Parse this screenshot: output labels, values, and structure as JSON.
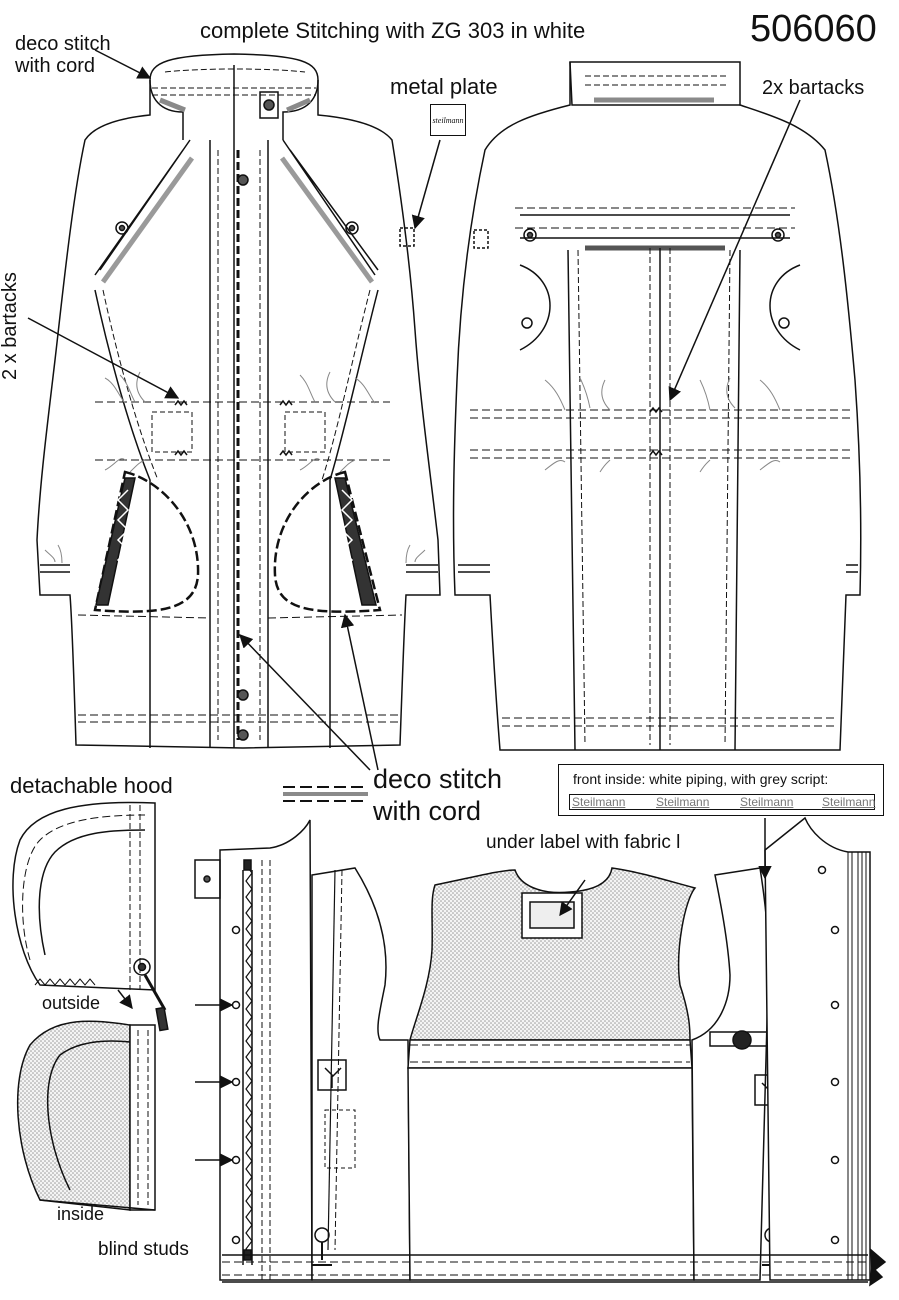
{
  "header": {
    "title": "complete Stitching with ZG 303 in white",
    "style_number": "506060"
  },
  "callouts": {
    "deco_stitch_cord_small": [
      "deco stitch",
      "with cord"
    ],
    "metal_plate": "metal plate",
    "bartacks_back": "2x bartacks",
    "bartacks_front": "2 x bartacks",
    "detachable_hood": "detachable hood",
    "deco_stitch_cord_big": [
      "deco stitch",
      "with cord"
    ],
    "under_label": "under label with fabric l",
    "hood_outside": "outside",
    "hood_inside": "inside",
    "blind_studs": "blind studs"
  },
  "piping_box": {
    "title": "front  inside: white piping, with grey script:",
    "script": [
      "Steilmann",
      "Steilmann",
      "Steilmann",
      "Steilmann"
    ]
  },
  "metal_plate_logo": "steilmann",
  "colors": {
    "line": "#111111",
    "grey_cord": "#8a8a8a",
    "dotted_fill": "#d9d9d9"
  }
}
